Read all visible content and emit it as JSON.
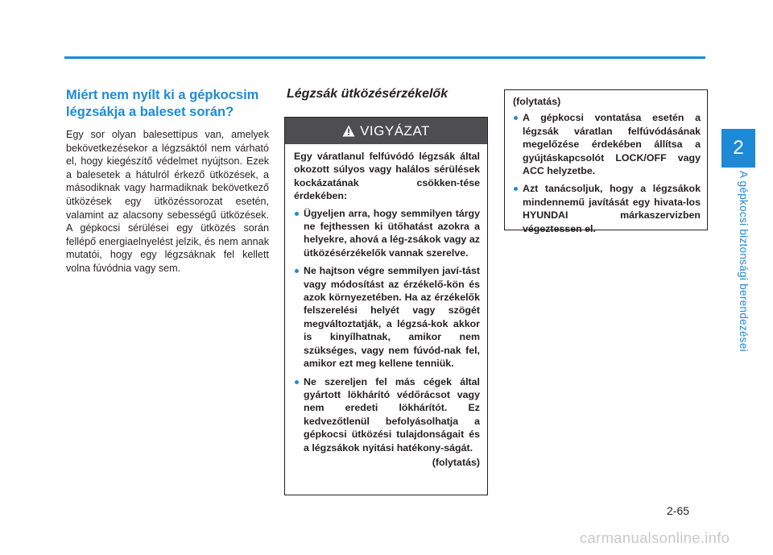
{
  "colors": {
    "accent": "#1e8ad6",
    "warning_bar": "#4e4e50"
  },
  "side": {
    "chapter": "2",
    "title": "A gépkocsi biztonsági berendezései"
  },
  "col1": {
    "heading": "Miért nem nyílt ki a gépkocsim légzsákja a baleset során?",
    "body": "Egy sor olyan balesettípus van, amelyek bekövetkezésekor a légzsáktól nem várható el, hogy kiegészítő védelmet nyújtson. Ezek a balesetek a hátulról érkező ütközések, a másodiknak vagy harmadiknak bekövetkező ütközések egy ütközéssorozat esetén, valamint az alacsony sebességű ütközések. A gépkocsi sérülései egy ütközés során fellépő energiaelnyelést jelzik, és nem annak mutatói, hogy egy légzsáknak fel kellett volna fúvódnia vagy sem."
  },
  "col2": {
    "heading": "Légzsák ütközésérzékelők",
    "warning": {
      "label": "VIGYÁZAT",
      "icon": "warning-triangle-icon",
      "lead": "Egy váratlanul felfúvódó légzsák által okozott súlyos vagy halálos sérülések kockázatának csökken-tése érdekében:",
      "items": [
        "Ügyeljen arra, hogy semmilyen tárgy ne fejthessen ki ütőhatást azokra a helyekre, ahová a lég-zsákok vagy az ütközésérzékelők vannak szerelve.",
        "Ne hajtson végre semmilyen javí-tást vagy módosítást az érzékelő-kön és azok környezetében. Ha az érzékelők felszerelési helyét vagy szögét megváltoztatják, a légzsá-kok akkor is kinyílhatnak, amikor nem szükséges, vagy nem fúvód-nak fel, amikor ezt meg kellene tenniük.",
        "Ne szereljen fel más cégek által gyártott lökhárító védőrácsot vagy nem eredeti lökhárítót. Ez kedvezőtlenül befolyásolhatja a gépkocsi ütközési tulajdonságait és a légzsákok nyitási hatékony-ságát."
      ],
      "continued": "(folytatás)"
    }
  },
  "col3": {
    "continued_head": "(folytatás)",
    "items": [
      "A gépkocsi vontatása esetén a légzsák váratlan felfúvódásának megelőzése érdekében állítsa a gyújtáskapcsolót LOCK/OFF vagy ACC helyzetbe.",
      "Azt tanácsoljuk, hogy a légzsákok mindennemű javítását egy hivata-los HYUNDAI márkaszervizben végeztessen el."
    ]
  },
  "page_number": "2-65",
  "watermark": "carmanualsonline.info"
}
